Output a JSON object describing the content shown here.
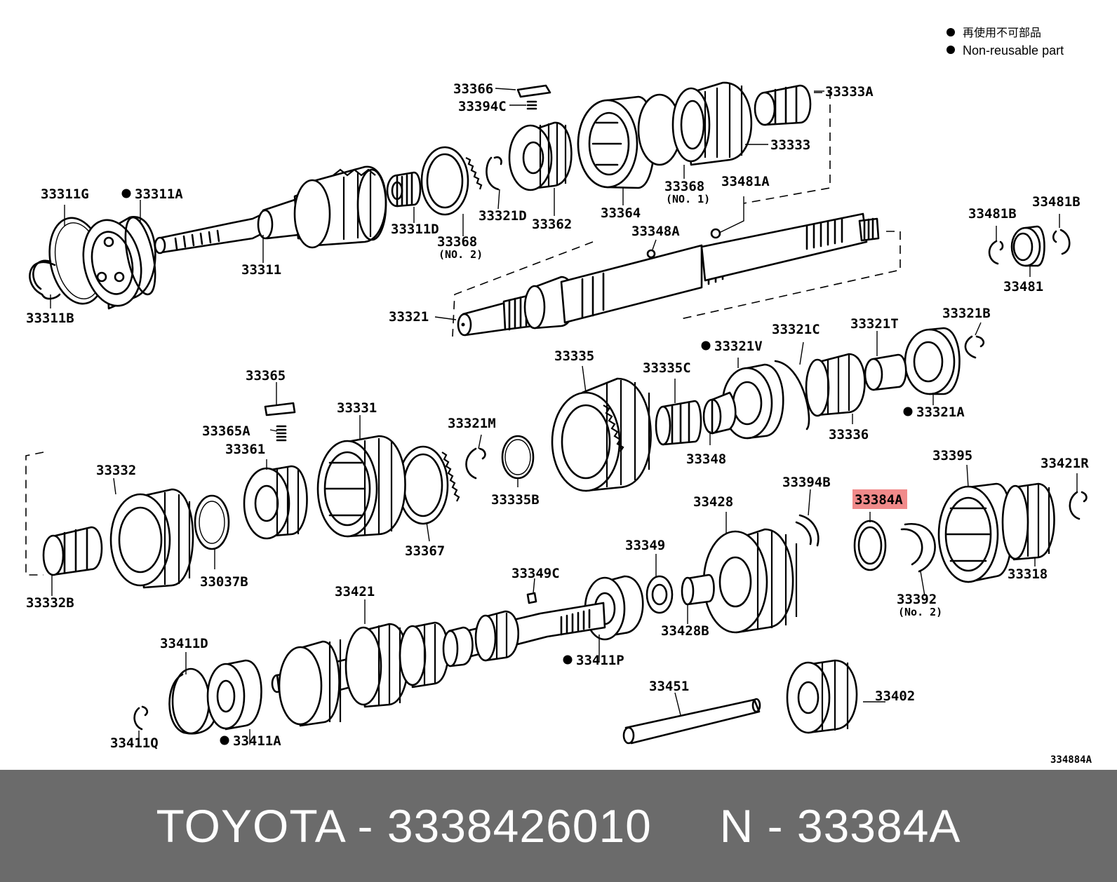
{
  "legend": {
    "text_jp": "再使用不可部品",
    "text_en": "Non-reusable part"
  },
  "figure_ref": "334884A",
  "highlight_color": "#f08a8a",
  "labels": [
    {
      "id": "33311G",
      "text": "33311G",
      "dot": false
    },
    {
      "id": "33311A",
      "text": "33311A",
      "dot": true
    },
    {
      "id": "33311B",
      "text": "33311B",
      "dot": false
    },
    {
      "id": "33311",
      "text": "33311",
      "dot": false
    },
    {
      "id": "33311D",
      "text": "33311D",
      "dot": false
    },
    {
      "id": "33368_2",
      "text": "33368",
      "dot": false,
      "sub": "(NO. 2)"
    },
    {
      "id": "33366",
      "text": "33366",
      "dot": false
    },
    {
      "id": "33394C",
      "text": "33394C",
      "dot": false
    },
    {
      "id": "33321D",
      "text": "33321D",
      "dot": false
    },
    {
      "id": "33362",
      "text": "33362",
      "dot": false
    },
    {
      "id": "33364",
      "text": "33364",
      "dot": false
    },
    {
      "id": "33368_1",
      "text": "33368",
      "dot": false,
      "sub": "(NO. 1)"
    },
    {
      "id": "33333",
      "text": "33333",
      "dot": false
    },
    {
      "id": "33333A",
      "text": "33333A",
      "dot": false
    },
    {
      "id": "33481A",
      "text": "33481A",
      "dot": false
    },
    {
      "id": "33348A",
      "text": "33348A",
      "dot": false
    },
    {
      "id": "33481B_l",
      "text": "33481B",
      "dot": false
    },
    {
      "id": "33481B_r",
      "text": "33481B",
      "dot": false
    },
    {
      "id": "33481",
      "text": "33481",
      "dot": false
    },
    {
      "id": "33321",
      "text": "33321",
      "dot": false
    },
    {
      "id": "33321V",
      "text": "33321V",
      "dot": true
    },
    {
      "id": "33321C",
      "text": "33321C",
      "dot": false
    },
    {
      "id": "33321T",
      "text": "33321T",
      "dot": false
    },
    {
      "id": "33321B",
      "text": "33321B",
      "dot": false
    },
    {
      "id": "33321A",
      "text": "33321A",
      "dot": true
    },
    {
      "id": "33335",
      "text": "33335",
      "dot": false
    },
    {
      "id": "33335C",
      "text": "33335C",
      "dot": false
    },
    {
      "id": "33336",
      "text": "33336",
      "dot": false
    },
    {
      "id": "33348",
      "text": "33348",
      "dot": false
    },
    {
      "id": "33365",
      "text": "33365",
      "dot": false
    },
    {
      "id": "33365A",
      "text": "33365A",
      "dot": false
    },
    {
      "id": "33361",
      "text": "33361",
      "dot": false
    },
    {
      "id": "33331",
      "text": "33331",
      "dot": false
    },
    {
      "id": "33321M",
      "text": "33321M",
      "dot": false
    },
    {
      "id": "33335B",
      "text": "33335B",
      "dot": false
    },
    {
      "id": "33332",
      "text": "33332",
      "dot": false
    },
    {
      "id": "33037B",
      "text": "33037B",
      "dot": false
    },
    {
      "id": "33367",
      "text": "33367",
      "dot": false
    },
    {
      "id": "33332B",
      "text": "33332B",
      "dot": false
    },
    {
      "id": "33394B",
      "text": "33394B",
      "dot": false
    },
    {
      "id": "33384A",
      "text": "33384A",
      "dot": false,
      "highlight": true
    },
    {
      "id": "33395",
      "text": "33395",
      "dot": false
    },
    {
      "id": "33421R",
      "text": "33421R",
      "dot": false
    },
    {
      "id": "33428",
      "text": "33428",
      "dot": false
    },
    {
      "id": "33349",
      "text": "33349",
      "dot": false
    },
    {
      "id": "33349C",
      "text": "33349C",
      "dot": false
    },
    {
      "id": "33428B",
      "text": "33428B",
      "dot": false
    },
    {
      "id": "33392",
      "text": "33392",
      "dot": false,
      "sub": "(No. 2)"
    },
    {
      "id": "33318",
      "text": "33318",
      "dot": false
    },
    {
      "id": "33421",
      "text": "33421",
      "dot": false
    },
    {
      "id": "33411P",
      "text": "33411P",
      "dot": true
    },
    {
      "id": "33411D",
      "text": "33411D",
      "dot": false
    },
    {
      "id": "33411A",
      "text": "33411A",
      "dot": true
    },
    {
      "id": "33411Q",
      "text": "33411Q",
      "dot": false
    },
    {
      "id": "33451",
      "text": "33451",
      "dot": false
    },
    {
      "id": "33402",
      "text": "33402",
      "dot": false
    }
  ],
  "footer": {
    "brand": "TOYOTA",
    "separator": " - ",
    "part_number": "3338426010",
    "gap": "     ",
    "ref_prefix": "N",
    "ref_code": "33384A"
  }
}
